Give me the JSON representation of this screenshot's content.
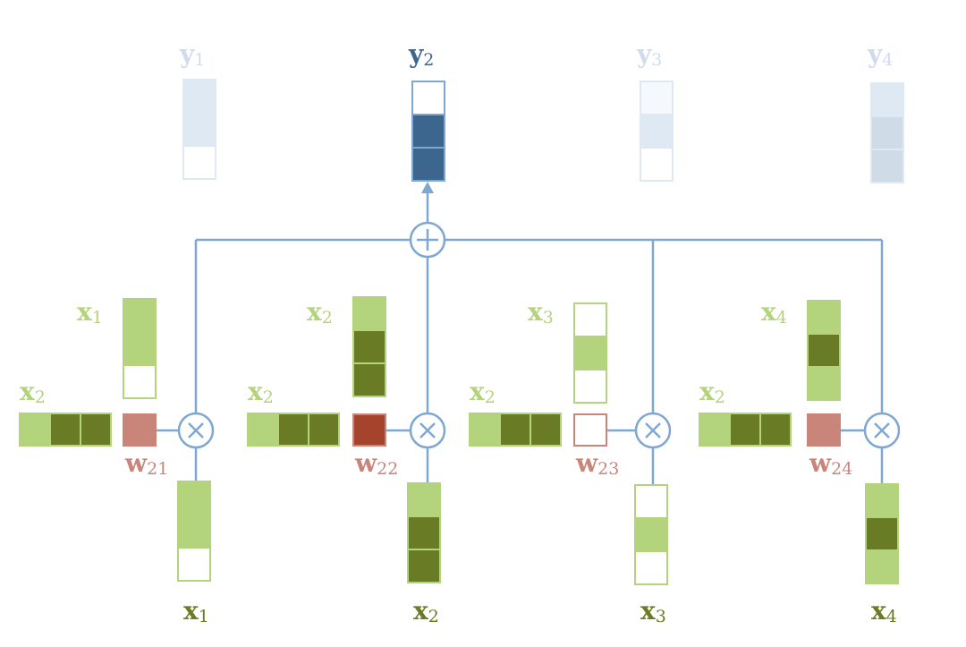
{
  "colors": {
    "line": "#7ea8d2",
    "light_green": "#b4d37d",
    "dark_green": "#6a7b25",
    "green_border": "#b4d37d",
    "input_label": "#b4d37d",
    "output_input_label": "#6a7b25",
    "weight_label": "#c9857a",
    "y_active": "#3d668f",
    "y_faded": "#cfdced"
  },
  "outputs": [
    {
      "name": "y",
      "sub": "1",
      "active": false,
      "cells": [
        "#dfe9f3",
        "#dfe9f3",
        "#ffffff"
      ],
      "border": "#dfe9f3",
      "label_color": "#cfdced"
    },
    {
      "name": "y",
      "sub": "2",
      "active": true,
      "cells": [
        "#ffffff",
        "#3d668f",
        "#3d668f"
      ],
      "border": "#7ea8d2",
      "label_color": "#3d668f"
    },
    {
      "name": "y",
      "sub": "3",
      "active": false,
      "cells": [
        "#f5f9fd",
        "#dfe9f3",
        "#ffffff"
      ],
      "border": "#dfe9f3",
      "label_color": "#cfdced"
    },
    {
      "name": "y",
      "sub": "4",
      "active": false,
      "cells": [
        "#dfe9f3",
        "#cfdbe6",
        "#cfdbe6"
      ],
      "border": "#dfe9f3",
      "label_color": "#cfdced"
    }
  ],
  "operators": {
    "sum": "+",
    "product": "×"
  },
  "groups": [
    {
      "key": {
        "name": "x",
        "sub": "1",
        "cells": [
          "light",
          "light",
          "empty"
        ]
      },
      "query": {
        "name": "x",
        "sub": "2",
        "cells": [
          "light",
          "dark",
          "dark"
        ]
      },
      "weight": {
        "name": "w",
        "sub": "21",
        "fill": "#c9857a",
        "stroke": "#c9857a"
      },
      "value": {
        "name": "x",
        "sub": "1",
        "cells": [
          "light",
          "light",
          "empty"
        ]
      }
    },
    {
      "key": {
        "name": "x",
        "sub": "2",
        "cells": [
          "light",
          "dark",
          "dark"
        ]
      },
      "query": {
        "name": "x",
        "sub": "2",
        "cells": [
          "light",
          "dark",
          "dark"
        ]
      },
      "weight": {
        "name": "w",
        "sub": "22",
        "fill": "#a6432c",
        "stroke": "#c9857a"
      },
      "value": {
        "name": "x",
        "sub": "2",
        "cells": [
          "light",
          "dark",
          "dark"
        ]
      }
    },
    {
      "key": {
        "name": "x",
        "sub": "3",
        "cells": [
          "empty",
          "light",
          "empty"
        ]
      },
      "query": {
        "name": "x",
        "sub": "2",
        "cells": [
          "light",
          "dark",
          "dark"
        ]
      },
      "weight": {
        "name": "w",
        "sub": "23",
        "fill": "#ffffff",
        "stroke": "#c9857a"
      },
      "value": {
        "name": "x",
        "sub": "3",
        "cells": [
          "empty",
          "light",
          "empty"
        ]
      }
    },
    {
      "key": {
        "name": "x",
        "sub": "4",
        "cells": [
          "light",
          "dark",
          "light"
        ]
      },
      "query": {
        "name": "x",
        "sub": "2",
        "cells": [
          "light",
          "dark",
          "dark"
        ]
      },
      "weight": {
        "name": "w",
        "sub": "24",
        "fill": "#c9857a",
        "stroke": "#c9857a"
      },
      "value": {
        "name": "x",
        "sub": "4",
        "cells": [
          "light",
          "dark",
          "light"
        ]
      }
    }
  ]
}
